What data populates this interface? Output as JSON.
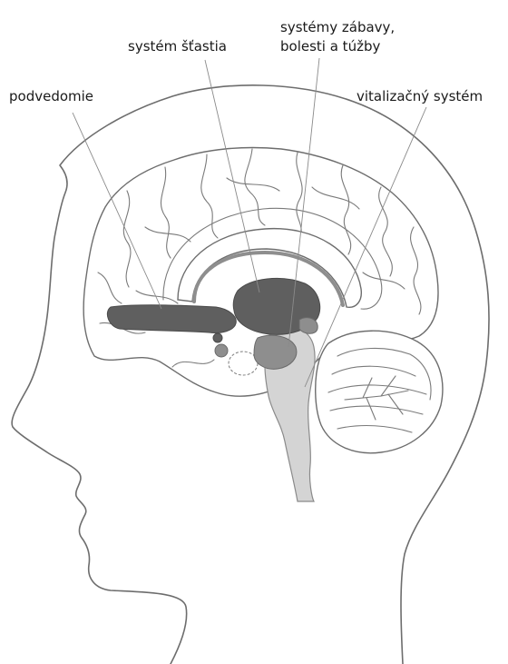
{
  "labels": {
    "subconscious": "podvedomie",
    "happiness": "systém šťastia",
    "pleasure_line1": "systémy zábavy,",
    "pleasure_line2": "bolesti a túžby",
    "vitalization": "vitalizačný systém"
  },
  "colors": {
    "outline": "#6d6d6d",
    "dark_region": "#5f5f5f",
    "medium_region": "#8e8e8e",
    "brainstem": "#d4d4d4",
    "text": "#1a1a1a"
  }
}
